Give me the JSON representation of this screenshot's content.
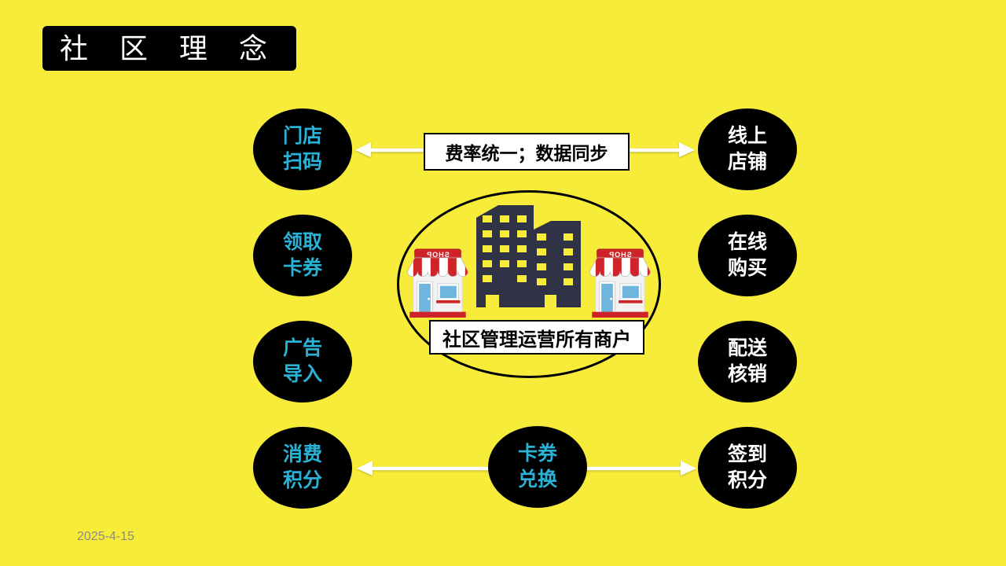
{
  "slide": {
    "title": "社区理念",
    "date": "2025-4-15",
    "background_color": "#F8EC3A"
  },
  "hub": {
    "label": "社区管理运营所有商户",
    "banner": "费率统一；数据同步",
    "shop_sign": "SHOP",
    "icons": [
      "office-buildings-icon",
      "shop-store-icon"
    ]
  },
  "nodes": {
    "left": [
      {
        "label": "门店\n扫码"
      },
      {
        "label": "领取\n卡券"
      },
      {
        "label": "广告\n导入"
      },
      {
        "label": "消费\n积分"
      }
    ],
    "right": [
      {
        "label": "线上\n店铺"
      },
      {
        "label": "在线\n购买"
      },
      {
        "label": "配送\n核销"
      },
      {
        "label": "签到\n积分"
      }
    ],
    "bottom": {
      "label": "卡券\n兑换"
    }
  },
  "colors": {
    "background": "#F8EC3A",
    "node_fill": "#000000",
    "cyan_text": "#29B2D5",
    "white_text": "#FFFFFF",
    "building_fill": "#303245",
    "shop_red": "#CE2429",
    "shop_blue": "#6FB6DE",
    "date_gray": "#8B8B84"
  }
}
